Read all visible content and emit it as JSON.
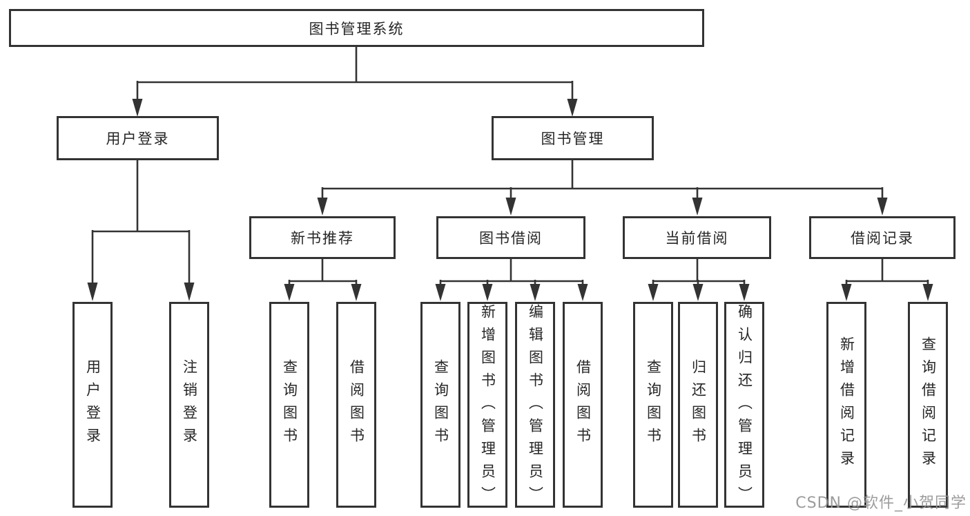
{
  "diagram": {
    "title": "图书管理系统",
    "branches": [
      {
        "label": "用户登录",
        "leaves": [
          {
            "label": "用户登录"
          },
          {
            "label": "注销登录"
          }
        ]
      },
      {
        "label": "图书管理",
        "sections": [
          {
            "label": "新书推荐",
            "leaves": [
              {
                "label": "查询图书"
              },
              {
                "label": "借阅图书"
              }
            ]
          },
          {
            "label": "图书借阅",
            "leaves": [
              {
                "label": "查询图书"
              },
              {
                "label": "新增图书（管理员）"
              },
              {
                "label": "编辑图书（管理员）"
              },
              {
                "label": "借阅图书"
              }
            ]
          },
          {
            "label": "当前借阅",
            "leaves": [
              {
                "label": "查询图书"
              },
              {
                "label": "归还图书"
              },
              {
                "label": "确认归还（管理员）"
              }
            ]
          },
          {
            "label": "借阅记录",
            "leaves": [
              {
                "label": "新增借阅记录"
              },
              {
                "label": "查询借阅记录"
              }
            ]
          }
        ]
      }
    ]
  },
  "watermark": {
    "text": "CSDN @软件_小贺同学"
  },
  "colors": {
    "line": "#333333",
    "text": "#262626",
    "background": "#ffffff",
    "watermark": "#949494"
  }
}
